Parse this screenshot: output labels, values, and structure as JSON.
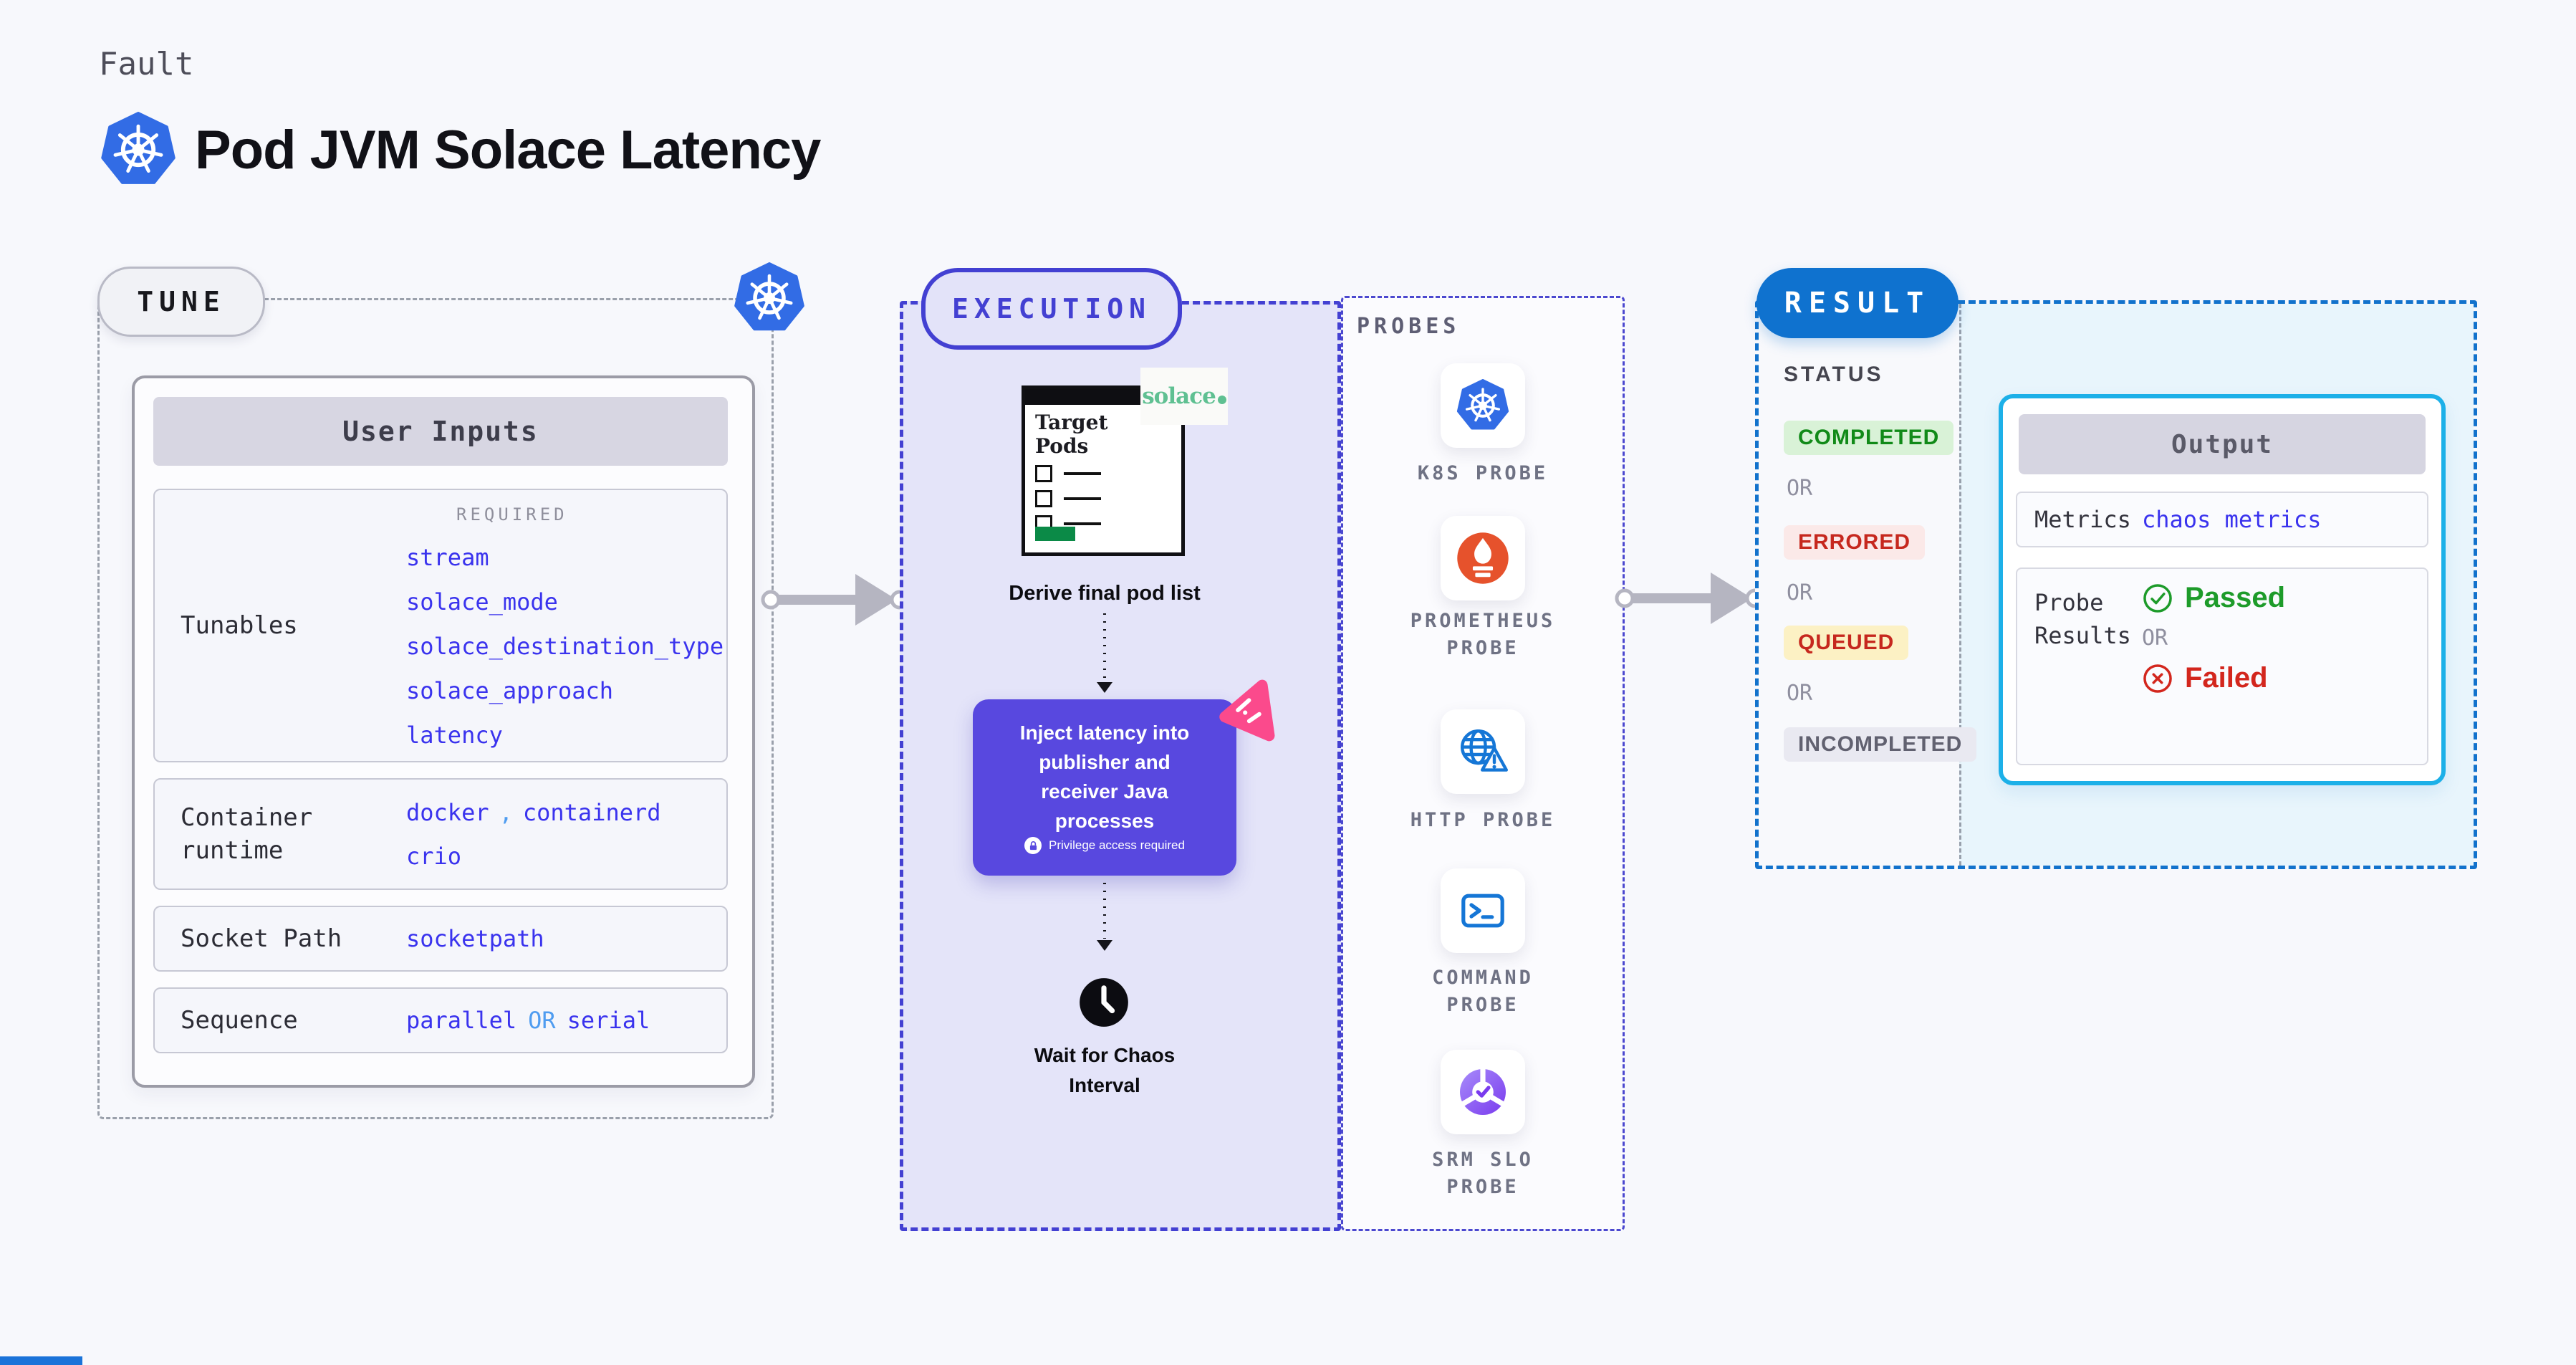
{
  "header": {
    "eyebrow": "Fault",
    "title": "Pod JVM Solace Latency"
  },
  "tune": {
    "badge": "TUNE",
    "card_header": "User Inputs",
    "required_label": "REQUIRED",
    "tunables_label": "Tunables",
    "tunables": [
      "stream",
      "solace_mode",
      "solace_destination_type",
      "solace_approach",
      "latency"
    ],
    "runtime_label": "Container runtime",
    "runtime_a": "docker",
    "runtime_sep": ",",
    "runtime_b": "containerd",
    "runtime_c": "crio",
    "socket_label": "Socket Path",
    "socket_value": "socketpath",
    "sequence_label": "Sequence",
    "sequence_a": "parallel",
    "sequence_or": "OR",
    "sequence_b": "serial"
  },
  "execution": {
    "badge": "EXECUTION",
    "window_title": "Target Pods",
    "solace_logo": "solace",
    "derive": "Derive final pod list",
    "inject": "Inject latency into publisher and receiver Java processes",
    "privilege": "Privilege access required",
    "wait": "Wait for Chaos Interval"
  },
  "probes": {
    "header": "PROBES",
    "items": [
      {
        "label": "K8S PROBE",
        "icon": "kubernetes-icon"
      },
      {
        "label": "PROMETHEUS PROBE",
        "icon": "prometheus-icon"
      },
      {
        "label": "HTTP PROBE",
        "icon": "http-globe-icon"
      },
      {
        "label": "COMMAND PROBE",
        "icon": "terminal-icon"
      },
      {
        "label": "SRM SLO PROBE",
        "icon": "srm-slo-icon"
      }
    ]
  },
  "result": {
    "badge": "RESULT",
    "status_header": "STATUS",
    "or": "OR",
    "completed": "COMPLETED",
    "errored": "ERRORED",
    "queued": "QUEUED",
    "incompleted": "INCOMPLETED",
    "output_header": "Output",
    "metrics_label": "Metrics",
    "metrics_value": "chaos metrics",
    "probe_results_label": "Probe Results",
    "passed": "Passed",
    "failed": "Failed"
  },
  "colors": {
    "kubernetes_blue": "#326ce5",
    "execution_purple": "#4340d2",
    "inject_purple": "#5848df",
    "result_blue": "#0f72cf",
    "output_cyan_border": "#1cb0e8",
    "value_blue": "#3a33ee",
    "success_green": "#1d9b2a",
    "error_red": "#d3261d",
    "prometheus_orange": "#e6522c",
    "solace_green": "#5fc092",
    "chaos_pink": "#fb4a8c"
  }
}
